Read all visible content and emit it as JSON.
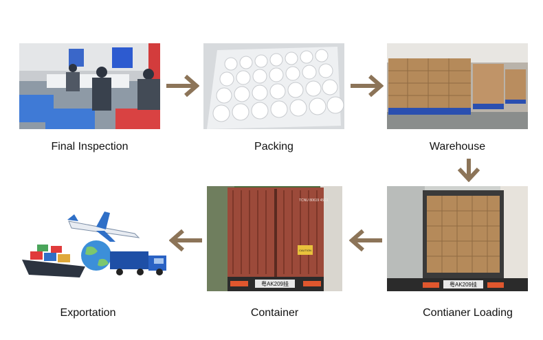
{
  "steps": [
    {
      "label": "Final Inspection",
      "icon": "factory-inspection-photo"
    },
    {
      "label": "Packing",
      "icon": "bottle-caps-photo"
    },
    {
      "label": "Warehouse",
      "icon": "warehouse-pallets-photo"
    },
    {
      "label": "Contianer Loading",
      "icon": "container-loading-photo"
    },
    {
      "label": "Container",
      "icon": "shipping-container-photo"
    },
    {
      "label": "Exportation",
      "icon": "transport-illustration"
    }
  ],
  "photo_text": {
    "container_plate": "粤AK209挂",
    "loading_plate": "粤AK209挂",
    "container_code": "TCNU 80619 45G1",
    "caution": "CAUTION"
  },
  "colors": {
    "arrow": "#8c7458",
    "container_red": "#9c4a3a",
    "box_brown": "#b58a5a",
    "pallet_blue": "#2a4fb0"
  }
}
